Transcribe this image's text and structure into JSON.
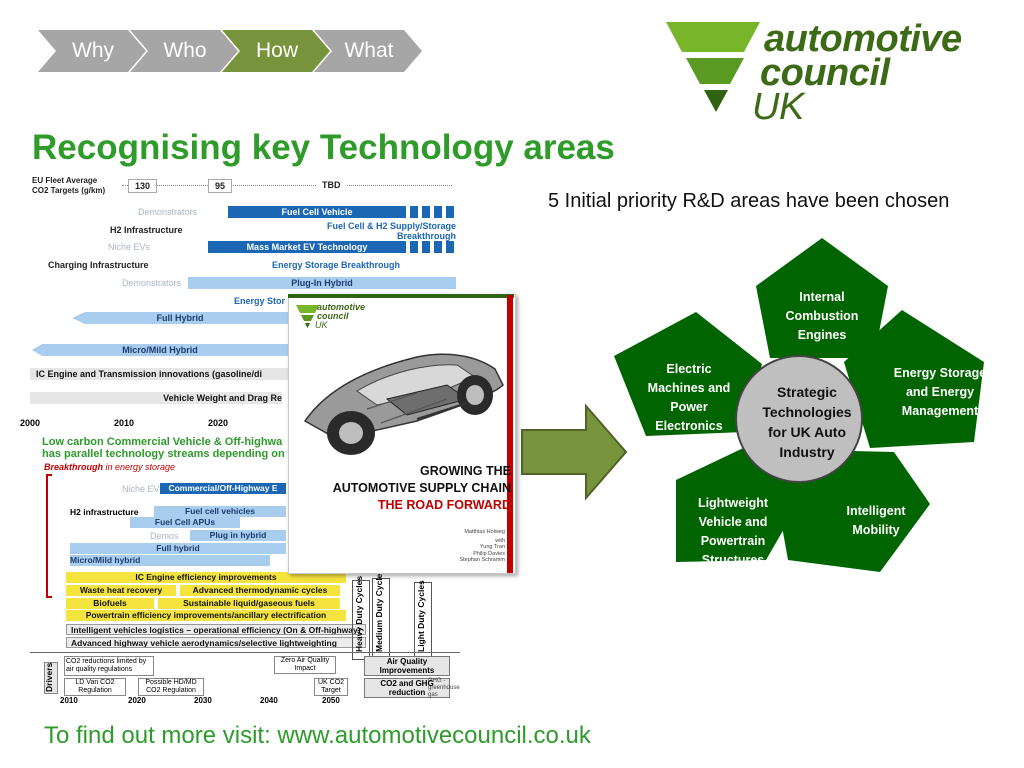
{
  "breadcrumb": [
    "Why",
    "Who",
    "How",
    "What"
  ],
  "logo": {
    "line1": "automotive",
    "line2": "council",
    "line3": "UK"
  },
  "title": "Recognising key Technology areas",
  "subtitle": "5 Initial priority R&D areas have been chosen",
  "footer": "To find out more visit: www.automotivecouncil.co.uk",
  "roadmap": {
    "co2_title": "EU Fleet Average CO2 Targets (g/km)",
    "co2_targets": [
      "130",
      "95",
      "TBD"
    ],
    "rows": {
      "demonstrators": "Demonstrators",
      "fuel_cell_vehicle": "Fuel Cell Vehicle",
      "h2_infra": "H2 Infrastructure",
      "fc_breakthrough": "Fuel Cell & H2 Supply/Storage Breakthrough",
      "niche_evs": "Niche EVs",
      "mass_ev": "Mass Market EV Technology",
      "charging": "Charging Infrastructure",
      "es_breakthrough": "Energy Storage Breakthrough",
      "demonstrators2": "Demonstrators",
      "plugin_hybrid": "Plug-In Hybrid",
      "energy_storage": "Energy Stor",
      "full_hybrid": "Full Hybrid",
      "micro_hybrid": "Micro/Mild Hybrid",
      "ic_engine": "IC Engine and Transmission innovations (gasoline/di",
      "weight_drag": "Vehicle Weight and Drag Re"
    },
    "years": [
      "2000",
      "2010",
      "2020"
    ]
  },
  "lower": {
    "heading1": "Low carbon Commercial Vehicle & Off-highwa",
    "heading2": "has parallel technology streams depending on",
    "breakthrough": "Breakthrough",
    "breakthrough_rest": " in energy storage",
    "bars": {
      "niche_evs": "Niche EVs",
      "commercial_offhighway": "Commercial/Off-Highway E",
      "h2_infra": "H2 infrastructure",
      "fuel_cell_vehicles": "Fuel cell vehicles",
      "fuel_cell_apus": "Fuel Cell APUs",
      "demos": "Demos",
      "plug_in_hybrid": "Plug in hybrid",
      "full_hybrid": "Full hybrid",
      "micro_hybrid": "Micro/Mild hybrid",
      "ic_efficiency": "IC Engine efficiency improvements",
      "waste_heat": "Waste heat recovery",
      "thermo": "Advanced thermodynamic cycles",
      "biofuels": "Biofuels",
      "sustainable_fuels": "Sustainable liquid/gaseous fuels",
      "powertrain": "Powertrain efficiency improvements/ancillary electrification",
      "logistics": "Intelligent vehicles logistics – operational efficiency (On & Off-highway)",
      "aero": "Advanced highway vehicle aerodynamics/selective lightweighting"
    },
    "cycles": [
      "Heavy Duty Cycles",
      "Medium Duty Cycle",
      "Light Duty Cycles"
    ],
    "drivers_label": "Drivers",
    "drivers": {
      "co2_limited": "CO2 reductions limited by air quality regulations",
      "zero_air": "Zero Air Quality Impact",
      "air_quality": "Air Quality Improvements",
      "ld_van": "LD Van CO2 Regulation",
      "hd_md": "Possible HD/MD CO2 Regulation",
      "uk_target": "UK CO2 Target",
      "co2_ghg": "CO2 and GHG reduction",
      "ghg_note": "GHG - greenhouse gas"
    },
    "years": [
      "2010",
      "2020",
      "2030",
      "2040",
      "2050"
    ]
  },
  "cover": {
    "logo1": "automotive",
    "logo2": "council",
    "logo3": "UK",
    "title1": "GROWING THE",
    "title2": "AUTOMOTIVE SUPPLY CHAIN",
    "title3": "THE ROAD FORWARD",
    "author1": "Matthias Holweg",
    "with": "with",
    "author2": "Yung Tran",
    "author3": "Philip Davies",
    "author4": "Stephan Schramm"
  },
  "diagram": {
    "center": "Strategic Technologies for UK Auto Industry",
    "areas": [
      "Internal Combustion Engines",
      "Energy Storage and Energy Management",
      "Intelligent Mobility",
      "Lightweight Vehicle and Powertrain Structures",
      "Electric Machines and Power Electronics"
    ]
  },
  "colors": {
    "title_green": "#2e9b2b",
    "dark_green": "#006400",
    "breadcrumb_grey": "#a6a6a6",
    "breadcrumb_active": "#77933c",
    "arrow_green": "#77933c"
  }
}
